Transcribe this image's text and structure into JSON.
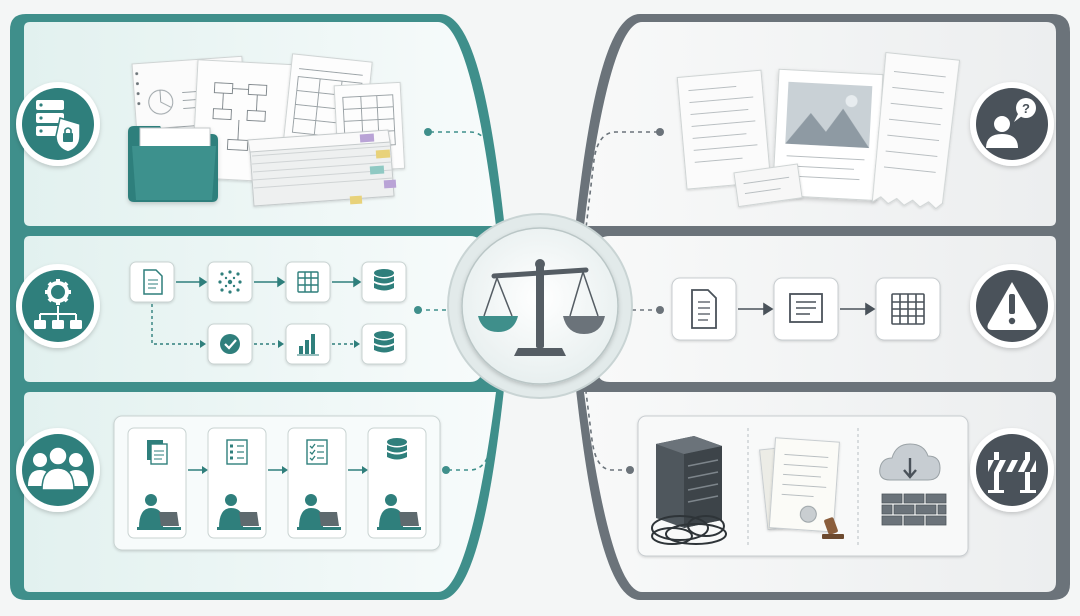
{
  "colors": {
    "teal_dark": "#2a7a78",
    "teal_mid": "#5fb3ad",
    "teal_light": "#e6f3f2",
    "gray_dark": "#4a525a",
    "gray_mid": "#8d949a",
    "gray_light": "#eef0f1",
    "background": "#f4f6f6"
  },
  "center": {
    "icon": "balance-scale-icon"
  },
  "left_panels": [
    {
      "id": "compliance-records",
      "badge_icon": "server-lock-icon",
      "content": "folder-and-documents-illustration"
    },
    {
      "id": "data-workflow",
      "badge_icon": "gear-org-chart-icon",
      "content": "workflow-flowchart",
      "nodes": [
        "document-icon",
        "network-icon",
        "table-icon",
        "database-icon",
        "check-icon",
        "bar-chart-icon",
        "database-icon"
      ]
    },
    {
      "id": "team-processing",
      "badge_icon": "people-group-icon",
      "content": "worker-sequence",
      "steps": [
        "document-stack-icon",
        "checklist-icon",
        "checked-list-icon",
        "database-icon"
      ]
    }
  ],
  "right_panels": [
    {
      "id": "inconsistent-inputs",
      "badge_icon": "person-question-icon",
      "content": "scattered-receipts-illustration"
    },
    {
      "id": "risk-alert",
      "badge_icon": "warning-icon",
      "content": "document-flow",
      "nodes": [
        "document-icon",
        "form-icon",
        "table-icon"
      ]
    },
    {
      "id": "barriers",
      "badge_icon": "roadblock-icon",
      "content": "obstacles-illustration",
      "items": [
        "server-rack-cables-icon",
        "legal-documents-gavel-icon",
        "cloud-firewall-icon"
      ]
    }
  ]
}
